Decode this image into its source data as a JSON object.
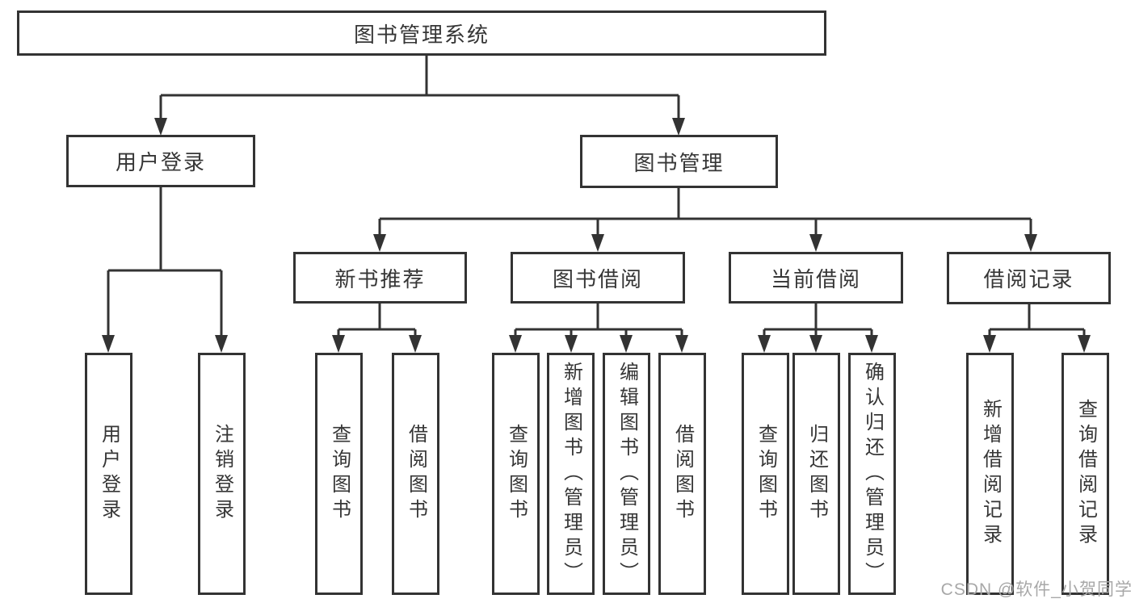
{
  "diagram": {
    "title": "图书管理系统",
    "level2": {
      "user_login": "用户登录",
      "book_management": "图书管理"
    },
    "level3": {
      "new_book_recommend": "新书推荐",
      "book_borrow": "图书借阅",
      "current_borrow": "当前借阅",
      "borrow_records": "借阅记录"
    },
    "level4": {
      "user_login": [
        "用户登录",
        "注销登录"
      ],
      "new_book_recommend": [
        "查询图书",
        "借阅图书"
      ],
      "book_borrow": [
        "查询图书",
        "新增图书（管理员）",
        "编辑图书（管理员）",
        "借阅图书"
      ],
      "current_borrow": [
        "查询图书",
        "归还图书",
        "确认归还（管理员）"
      ],
      "borrow_records": [
        "新增借阅记录",
        "查询借阅记录"
      ]
    }
  },
  "watermark": "CSDN @软件_小贺同学",
  "colors": {
    "line": "#333333",
    "text": "#363636",
    "watermark": "#a8a8a8",
    "background": "#ffffff"
  }
}
